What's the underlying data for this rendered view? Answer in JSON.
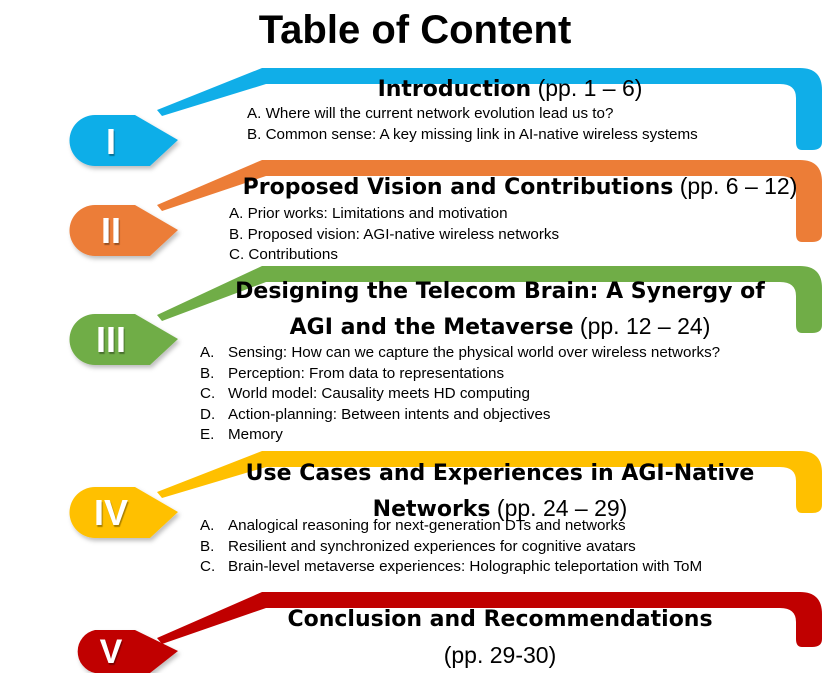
{
  "title": "Table of Content",
  "colors": {
    "section_I": "#10aee8",
    "section_II": "#ec7d37",
    "section_III": "#70ad47",
    "section_IV": "#ffc000",
    "section_V": "#c00000"
  },
  "sections": [
    {
      "numeral": "I",
      "heading": "Introduction",
      "pages": " (pp. 1 – 6)",
      "items": [
        {
          "letter": "A.",
          "text": "Where will the current network evolution lead us to?"
        },
        {
          "letter": "B.",
          "text": "Common sense: A key missing link in AI-native wireless systems"
        }
      ]
    },
    {
      "numeral": "II",
      "heading": "Proposed Vision and Contributions",
      "pages": " (pp. 6 – 12)",
      "items": [
        {
          "letter": "A.",
          "text": "Prior works: Limitations and motivation"
        },
        {
          "letter": "B.",
          "text": "Proposed vision: AGI-native wireless networks"
        },
        {
          "letter": "C.",
          "text": "Contributions"
        }
      ]
    },
    {
      "numeral": "III",
      "heading_line1": "Designing the Telecom Brain: A Synergy of",
      "heading_line2": "AGI and the Metaverse",
      "pages": " (pp. 12 – 24)",
      "items": [
        {
          "letter": "A.",
          "text": "Sensing: How can we capture the physical world over wireless networks?"
        },
        {
          "letter": "B.",
          "text": "Perception: From data to representations"
        },
        {
          "letter": "C.",
          "text": "World model: Causality meets HD computing"
        },
        {
          "letter": "D.",
          "text": "Action-planning: Between intents and objectives"
        },
        {
          "letter": "E.",
          "text": "Memory"
        }
      ]
    },
    {
      "numeral": "IV",
      "heading_line1": "Use Cases and Experiences in AGI-Native",
      "heading_line2": "Networks",
      "pages": " (pp. 24 – 29)",
      "items": [
        {
          "letter": "A.",
          "text": "Analogical reasoning for next-generation DTs and networks"
        },
        {
          "letter": "B.",
          "text": "Resilient and synchronized experiences for cognitive avatars"
        },
        {
          "letter": "C.",
          "text": "Brain-level metaverse experiences: Holographic teleportation with ToM"
        }
      ]
    },
    {
      "numeral": "V",
      "heading": "Conclusion and Recommendations",
      "pages": "(pp. 29-30)"
    }
  ]
}
